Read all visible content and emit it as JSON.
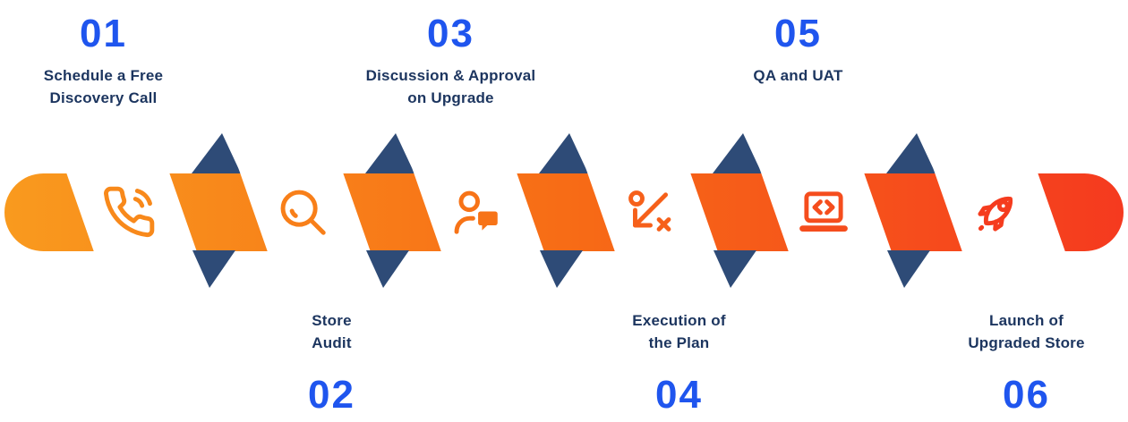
{
  "diagram": {
    "name": "store-upgrade-process-ribbon",
    "colors": {
      "bar_gradient_start": "#F99A1E",
      "bar_gradient_mid": "#F76C16",
      "bar_gradient_end": "#F53A1F",
      "ribbon_fold_navy": "#2E4B77",
      "stripe_white": "#FFFFFF",
      "step_number_blue": "#1F55EE",
      "step_label_navy": "#1C355F"
    },
    "steps": [
      {
        "number": "01",
        "label_lines": [
          "Schedule a Free",
          "Discovery Call"
        ],
        "position": "top",
        "icon": "phone-call-icon",
        "icon_color": "#F8891B"
      },
      {
        "number": "02",
        "label_lines": [
          "Store",
          "Audit"
        ],
        "position": "bottom",
        "icon": "search-icon",
        "icon_color": "#F87F19"
      },
      {
        "number": "03",
        "label_lines": [
          "Discussion & Approval",
          "on Upgrade"
        ],
        "position": "top",
        "icon": "user-discussion-icon",
        "icon_color": "#F77317"
      },
      {
        "number": "04",
        "label_lines": [
          "Execution of",
          "the Plan"
        ],
        "position": "bottom",
        "icon": "strategy-plan-icon",
        "icon_color": "#F6601A"
      },
      {
        "number": "05",
        "label_lines": [
          "QA and UAT"
        ],
        "position": "top",
        "icon": "laptop-code-icon",
        "icon_color": "#F54D1D"
      },
      {
        "number": "06",
        "label_lines": [
          "Launch of",
          "Upgraded Store"
        ],
        "position": "bottom",
        "icon": "rocket-launch-icon",
        "icon_color": "#F53C1E"
      }
    ]
  }
}
